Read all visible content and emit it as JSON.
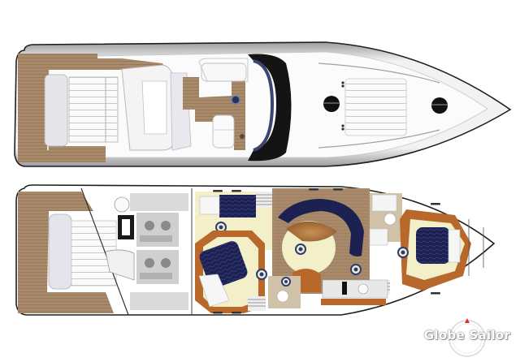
{
  "image": {
    "description": "Yacht deck plan: upper deck (top) and lower deck layout (bottom)",
    "decks": [
      {
        "name": "upper-deck",
        "label": ""
      },
      {
        "name": "lower-deck",
        "label": ""
      }
    ]
  },
  "watermark": {
    "text": "Globe Sailor",
    "accent": "#d9332b"
  },
  "colors": {
    "teak": "#a8896a",
    "teak_dark": "#7d6345",
    "wood": "#b8682a",
    "navy": "#1a1f4a",
    "cream": "#f3efc9",
    "hull_outline": "#222222",
    "hull_gray": "#cfcfd2"
  }
}
